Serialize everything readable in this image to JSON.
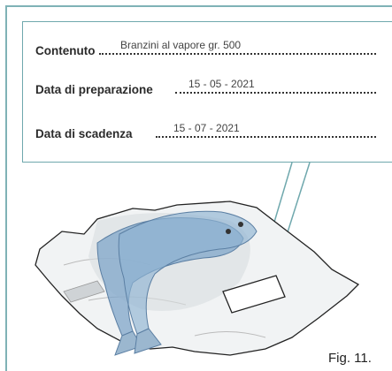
{
  "label": {
    "content_label": "Contenuto",
    "content_value": "Branzini al vapore gr. 500",
    "prep_label": "Data di preparazione",
    "prep_value": "15 - 05 - 2021",
    "expiry_label": "Data di scadenza",
    "expiry_value": "15 - 07 - 2021"
  },
  "caption": "Fig. 11.",
  "colors": {
    "frame": "#7fb2b6",
    "bag_outline": "#222222",
    "fish": "#7fa6c9"
  }
}
